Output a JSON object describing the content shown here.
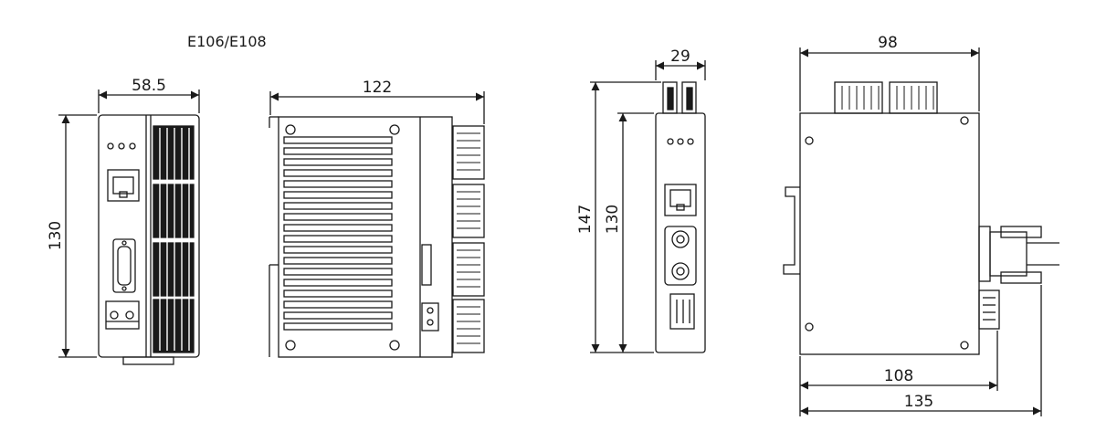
{
  "title": "E106/E108",
  "dimensions": {
    "front_width": "58.5",
    "front_height": "130",
    "side_width": "122",
    "module_width": "29",
    "module_total_height": "147",
    "module_height": "130",
    "top_width": "98",
    "body_width": "108",
    "total_width": "135"
  },
  "colors": {
    "line": "#1a1a1a",
    "background": "#ffffff"
  }
}
